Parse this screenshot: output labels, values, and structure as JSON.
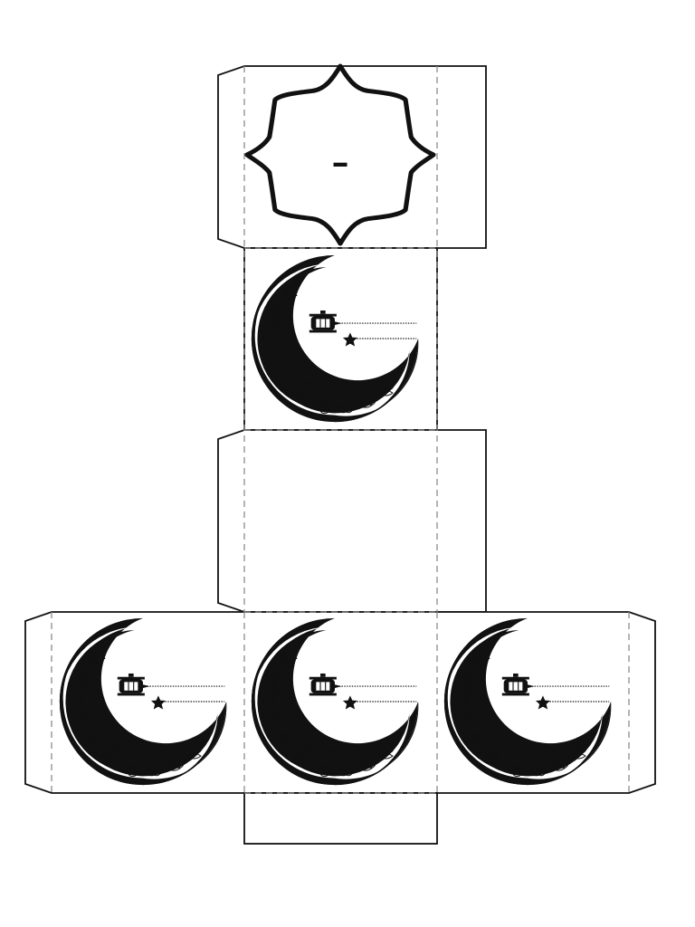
{
  "template": {
    "kind": "box-net",
    "colors": {
      "line": "#111111",
      "fold_line": "#8c8c8c",
      "paper": "#ffffff"
    },
    "faces": [
      {
        "id": "top-lid",
        "motif": "eight-point-star",
        "glyph": "ـ"
      },
      {
        "id": "front",
        "motif": "crescent-moon-with-lantern-and-star"
      },
      {
        "id": "top-blank",
        "motif": "none"
      },
      {
        "id": "left",
        "motif": "crescent-moon-with-lantern-and-star"
      },
      {
        "id": "center",
        "motif": "crescent-moon-with-lantern-and-star"
      },
      {
        "id": "right",
        "motif": "crescent-moon-with-lantern-and-star"
      },
      {
        "id": "bottom-tab",
        "motif": "none"
      }
    ]
  }
}
